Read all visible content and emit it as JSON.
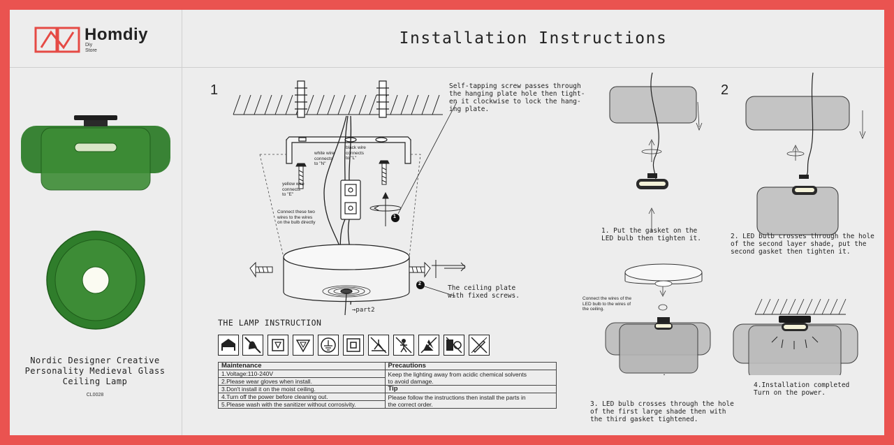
{
  "brand": {
    "name": "Homdiy",
    "tagline_1": "Diy",
    "tagline_2": "Store"
  },
  "title": "Installation Instructions",
  "product": {
    "name": "Nordic Designer Creative Personality Medieval Glass Ceiling Lamp",
    "code": "CL0028"
  },
  "step1": {
    "number": "1",
    "screw_note": "Self-tapping screw passes through the hanging plate hole then tighten it clockwise to lock the hanging plate.",
    "screw_note_lines": [
      "Self-tapping screw passes through",
      "the hanging plate hole then tight-",
      "en it clockwise to lock the hang-",
      "ing plate."
    ],
    "plate_note_lines": [
      "The ceiling plate",
      "with fixed screws."
    ],
    "white_wire": [
      "white wire",
      "connects",
      "to \"N\""
    ],
    "black_wire": [
      "black wire",
      "connects",
      "to \"L\""
    ],
    "yellow_wire": [
      "yellow wire",
      "connects",
      "to \"E\""
    ],
    "connect_wires": [
      "Connect these two",
      "wires to the wires",
      "on the bulb directly"
    ],
    "marker_1": "1",
    "marker_2": "2",
    "part2": "→part2"
  },
  "step2": {
    "number": "2",
    "sub1": [
      "1. Put the gasket on the",
      "LED bulb then tighten it."
    ],
    "sub2": [
      "2. LED bulb crosses through the hole",
      "of the second layer shade, put the",
      "second gasket then tighten it."
    ],
    "sub3": [
      "3. LED bulb crosses through the hole",
      "of the first large shade then with",
      "the third gasket tightened."
    ],
    "sub3_note": [
      "Connect the wires of the",
      "LED bulb to the wires of",
      "the ceiling."
    ],
    "sub4": [
      "4.Installation completed",
      "Turn on the power."
    ]
  },
  "lamp_instruction": {
    "heading": "THE LAMP INSTRUCTION",
    "icons": [
      "indoor-use-icon",
      "no-wet-hand-icon",
      "class-2-icon",
      "class-2b-icon",
      "ground-icon",
      "double-insulation-icon",
      "no-insect-icon",
      "no-hanging-icon",
      "no-tear-icon",
      "no-water-spray-icon",
      "no-sharp-tool-icon"
    ],
    "maintenance_header": "Maintenance",
    "maintenance": [
      "1.Voltage:110-240V",
      "2.Please wear gloves when install.",
      "3.Don't install it on the moist ceiling.",
      "4.Turn off the power before cleaning out.",
      "5.Please wash with the sanitizer without corrosivity."
    ],
    "precautions_header": "Precautions",
    "precautions_text_lines": [
      "Keep the lighting away from acidic chemical solvents",
      "to avoid damage."
    ],
    "tip_header": "Tip",
    "tip_text_lines": [
      "Please follow the instructions then install the parts in",
      "the correct order."
    ]
  },
  "colors": {
    "border": "#ea5350",
    "paper": "#ededed",
    "glass_green": "#2f7d2b",
    "dark_green": "#1e5c1a",
    "shade_grey": "#bdbdbd"
  }
}
